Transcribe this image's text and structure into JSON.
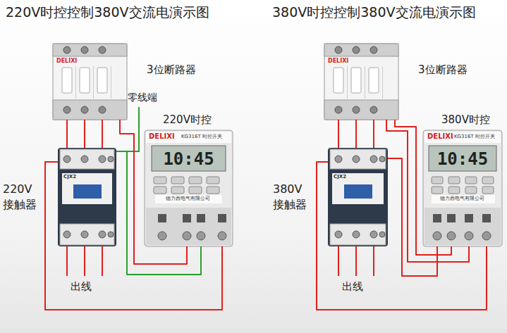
{
  "diagram": {
    "nodes": [
      {
        "text": [
          "3位断路器",
          "DELIXI"
        ]
      },
      {
        "text": [
          "220V 接触器",
          "CJX2"
        ]
      },
      {
        "text": [
          "220V时控",
          "DELIXI",
          "KG316T 时控开关",
          "10:45",
          "德力西电气有限公司"
        ]
      },
      {
        "text": [
          "3位断路器",
          "DELIXI"
        ]
      },
      {
        "text": [
          "380V 接触器",
          "CJX2"
        ]
      },
      {
        "text": [
          "380V时控",
          "DELIXI",
          "KG316T 时控开关",
          "10:45",
          "德力西电气有限公司"
        ]
      }
    ],
    "edges": [
      {
        "from": 0,
        "to": 1,
        "arrow": "none"
      },
      {
        "from": 0,
        "to": 1,
        "arrow": "none"
      },
      {
        "from": 0,
        "to": 1,
        "arrow": "none"
      },
      {
        "from": 0,
        "to": 2,
        "arrow": "none"
      },
      {
        "from": 2,
        "to": 1,
        "arrow": "none"
      },
      {
        "from": 2,
        "to": 1,
        "arrow": "none"
      },
      {
        "from": 3,
        "to": 4,
        "arrow": "none"
      },
      {
        "from": 3,
        "to": 4,
        "arrow": "none"
      },
      {
        "from": 3,
        "to": 4,
        "arrow": "none"
      },
      {
        "from": 3,
        "to": 5,
        "arrow": "none"
      },
      {
        "from": 3,
        "to": 5,
        "arrow": "none"
      },
      {
        "from": 5,
        "to": 4,
        "arrow": "none"
      },
      {
        "from": 5,
        "to": 4,
        "arrow": "none"
      }
    ],
    "labels": [
      "220V时控控制380V交流电演示图",
      "380V时控控制380V交流电演示图",
      "零线端",
      "出线",
      "出线"
    ]
  }
}
